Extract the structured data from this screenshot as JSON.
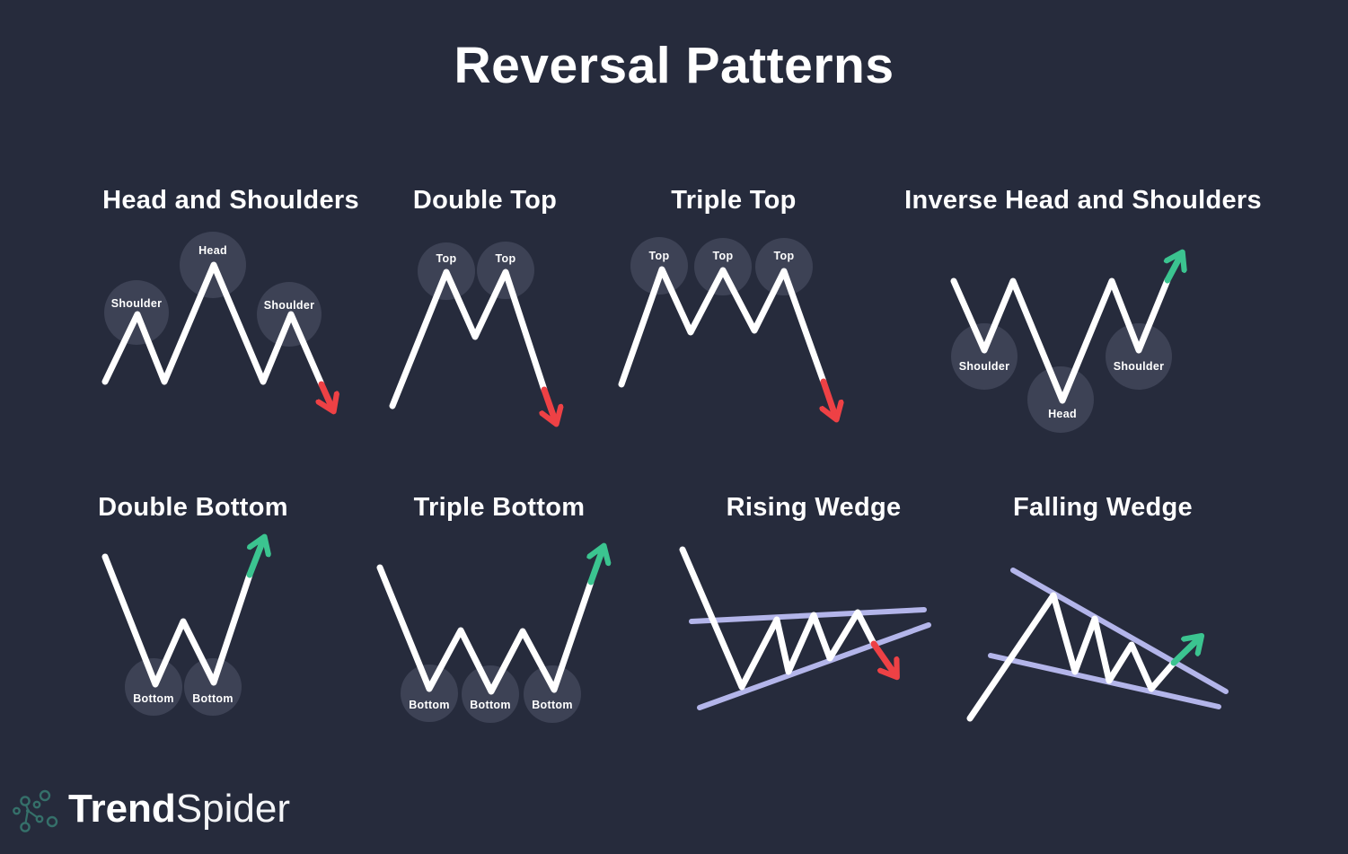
{
  "page": {
    "title": "Reversal Patterns"
  },
  "patterns": [
    {
      "title": "Head and Shoulders",
      "labels": [
        "Shoulder",
        "Head",
        "Shoulder"
      ],
      "breakout": "down"
    },
    {
      "title": "Double Top",
      "labels": [
        "Top",
        "Top"
      ],
      "breakout": "down"
    },
    {
      "title": "Triple Top",
      "labels": [
        "Top",
        "Top",
        "Top"
      ],
      "breakout": "down"
    },
    {
      "title": "Inverse Head and Shoulders",
      "labels": [
        "Shoulder",
        "Head",
        "Shoulder"
      ],
      "breakout": "up"
    },
    {
      "title": "Double Bottom",
      "labels": [
        "Bottom",
        "Bottom"
      ],
      "breakout": "up"
    },
    {
      "title": "Triple Bottom",
      "labels": [
        "Bottom",
        "Bottom",
        "Bottom"
      ],
      "breakout": "up"
    },
    {
      "title": "Rising Wedge",
      "labels": [],
      "breakout": "down"
    },
    {
      "title": "Falling Wedge",
      "labels": [],
      "breakout": "up"
    }
  ],
  "brand": {
    "name_bold": "Trend",
    "name_light": "Spider"
  },
  "colors": {
    "background": "#262b3c",
    "price_line": "#ffffff",
    "label_circle": "#3d4255",
    "bearish_arrow": "#ee4145",
    "bullish_arrow": "#3bc490",
    "trendline": "#b3b5ea",
    "logo_teal": "#35706a"
  }
}
